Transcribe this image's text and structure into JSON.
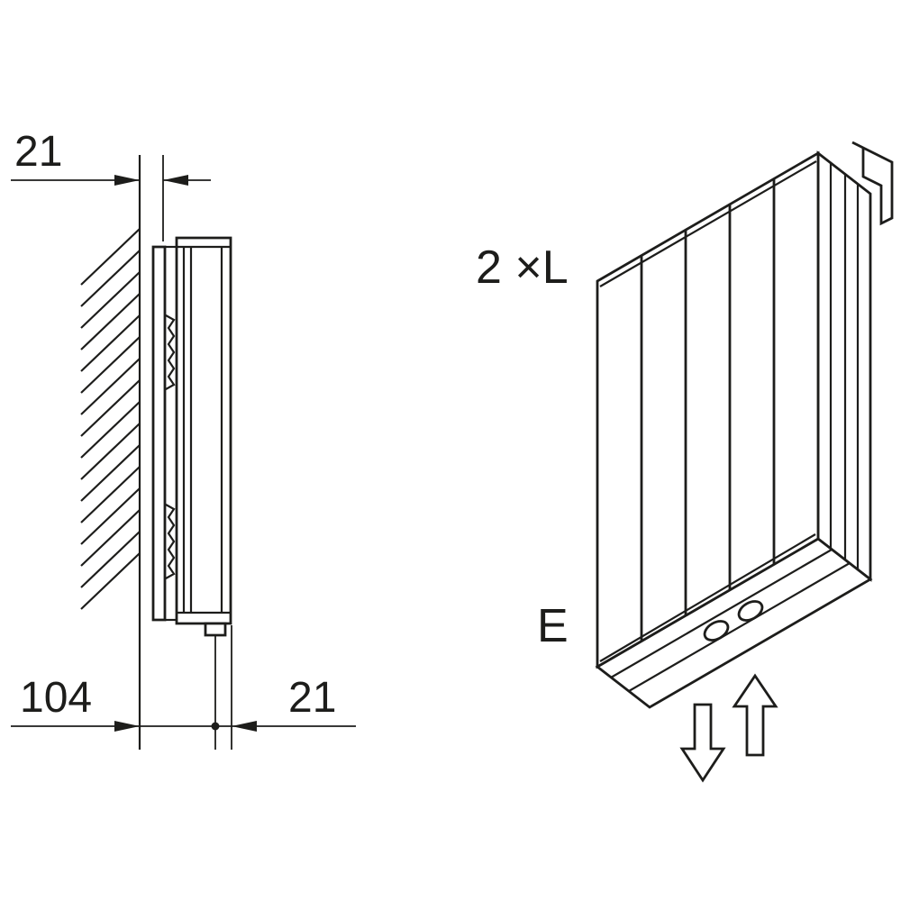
{
  "dimensions": {
    "top_offset": "21",
    "depth": "104",
    "bottom_offset": "21"
  },
  "labels": {
    "length_label": "2 ×L",
    "entry_label": "E"
  },
  "icons": {
    "wall_hatch": "diagonal-hatch-pattern",
    "flow_down": "hollow-down-arrow",
    "flow_up": "hollow-up-arrow",
    "dimension_arrows": "filled-triangle-arrowheads",
    "datum_dot": "dimension-origin-dot"
  },
  "colors": {
    "line": "#1d1d1b",
    "background": "#ffffff"
  }
}
